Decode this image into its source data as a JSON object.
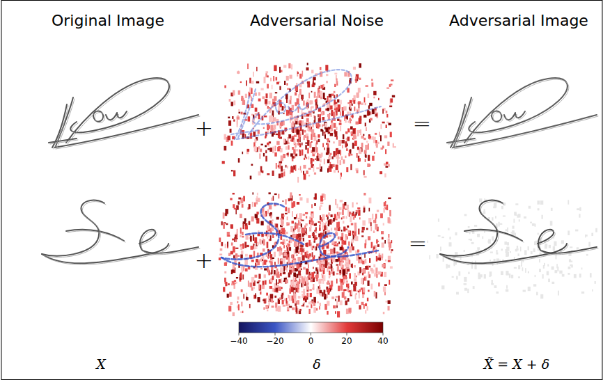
{
  "diagram": {
    "labels": [
      "Original Image",
      "Adversarial Noise",
      "Adversarial Image",
      "+",
      "=",
      "+",
      "=",
      "−40",
      "−20",
      "0",
      "20",
      "40",
      "X",
      "δ",
      "X̃ = X + δ"
    ]
  }
}
